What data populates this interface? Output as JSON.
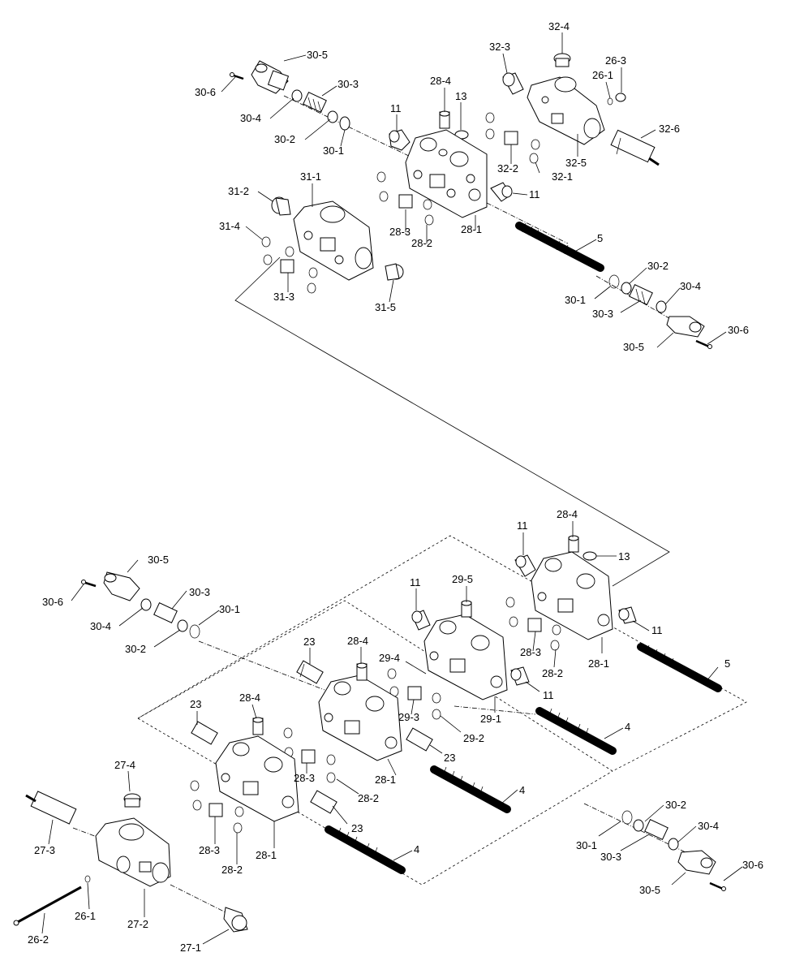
{
  "labels": [
    {
      "id": "l1",
      "text": "30-5"
    },
    {
      "id": "l2",
      "text": "30-6"
    },
    {
      "id": "l3",
      "text": "30-3"
    },
    {
      "id": "l4",
      "text": "30-4"
    },
    {
      "id": "l5",
      "text": "30-2"
    },
    {
      "id": "l6",
      "text": "30-1"
    },
    {
      "id": "l7",
      "text": "28-4"
    },
    {
      "id": "l8",
      "text": "11"
    },
    {
      "id": "l9",
      "text": "13"
    },
    {
      "id": "l10",
      "text": "32-3"
    },
    {
      "id": "l11",
      "text": "32-4"
    },
    {
      "id": "l12",
      "text": "26-3"
    },
    {
      "id": "l13",
      "text": "26-1"
    },
    {
      "id": "l14",
      "text": "32-6"
    },
    {
      "id": "l15",
      "text": "32-5"
    },
    {
      "id": "l16",
      "text": "32-2"
    },
    {
      "id": "l17",
      "text": "32-1"
    },
    {
      "id": "l18",
      "text": "11"
    },
    {
      "id": "l19",
      "text": "31-1"
    },
    {
      "id": "l20",
      "text": "31-2"
    },
    {
      "id": "l21",
      "text": "31-4"
    },
    {
      "id": "l22",
      "text": "28-3"
    },
    {
      "id": "l23",
      "text": "28-2"
    },
    {
      "id": "l24",
      "text": "28-1"
    },
    {
      "id": "l25",
      "text": "5"
    },
    {
      "id": "l26",
      "text": "31-3"
    },
    {
      "id": "l27",
      "text": "31-5"
    },
    {
      "id": "l28",
      "text": "30-2"
    },
    {
      "id": "l29",
      "text": "30-4"
    },
    {
      "id": "l30",
      "text": "30-1"
    },
    {
      "id": "l31",
      "text": "30-3"
    },
    {
      "id": "l32",
      "text": "30-6"
    },
    {
      "id": "l33",
      "text": "30-5"
    },
    {
      "id": "l34",
      "text": "11"
    },
    {
      "id": "l35",
      "text": "28-4"
    },
    {
      "id": "l36",
      "text": "13"
    },
    {
      "id": "l37",
      "text": "30-5"
    },
    {
      "id": "l38",
      "text": "30-6"
    },
    {
      "id": "l39",
      "text": "30-3"
    },
    {
      "id": "l40",
      "text": "30-1"
    },
    {
      "id": "l41",
      "text": "30-4"
    },
    {
      "id": "l42",
      "text": "30-2"
    },
    {
      "id": "l43",
      "text": "11"
    },
    {
      "id": "l44",
      "text": "29-5"
    },
    {
      "id": "l45",
      "text": "11"
    },
    {
      "id": "l46",
      "text": "23"
    },
    {
      "id": "l47",
      "text": "28-4"
    },
    {
      "id": "l48",
      "text": "29-4"
    },
    {
      "id": "l49",
      "text": "28-3"
    },
    {
      "id": "l50",
      "text": "28-2"
    },
    {
      "id": "l51",
      "text": "28-1"
    },
    {
      "id": "l52",
      "text": "5"
    },
    {
      "id": "l53",
      "text": "11"
    },
    {
      "id": "l54",
      "text": "29-3"
    },
    {
      "id": "l55",
      "text": "29-1"
    },
    {
      "id": "l56",
      "text": "29-2"
    },
    {
      "id": "l57",
      "text": "4"
    },
    {
      "id": "l58",
      "text": "23"
    },
    {
      "id": "l59",
      "text": "28-4"
    },
    {
      "id": "l60",
      "text": "23"
    },
    {
      "id": "l61",
      "text": "28-3"
    },
    {
      "id": "l62",
      "text": "28-1"
    },
    {
      "id": "l63",
      "text": "28-2"
    },
    {
      "id": "l64",
      "text": "4"
    },
    {
      "id": "l65",
      "text": "27-4"
    },
    {
      "id": "l66",
      "text": "23"
    },
    {
      "id": "l67",
      "text": "27-3"
    },
    {
      "id": "l68",
      "text": "28-3"
    },
    {
      "id": "l69",
      "text": "28-2"
    },
    {
      "id": "l70",
      "text": "28-1"
    },
    {
      "id": "l71",
      "text": "4"
    },
    {
      "id": "l72",
      "text": "30-2"
    },
    {
      "id": "l73",
      "text": "30-1"
    },
    {
      "id": "l74",
      "text": "30-4"
    },
    {
      "id": "l75",
      "text": "30-3"
    },
    {
      "id": "l76",
      "text": "30-6"
    },
    {
      "id": "l77",
      "text": "30-5"
    },
    {
      "id": "l78",
      "text": "26-1"
    },
    {
      "id": "l79",
      "text": "27-2"
    },
    {
      "id": "l80",
      "text": "26-2"
    },
    {
      "id": "l81",
      "text": "27-1"
    }
  ]
}
